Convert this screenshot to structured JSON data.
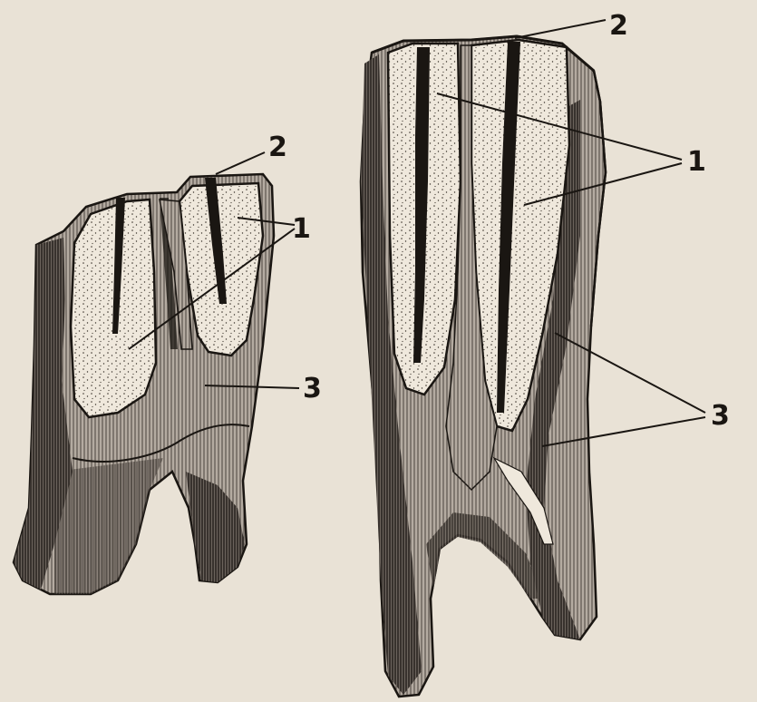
{
  "figure": {
    "left_tooth": {
      "labels": {
        "dentine": "1",
        "enamel": "2",
        "cement": "3"
      }
    },
    "right_tooth": {
      "labels": {
        "dentine": "1",
        "enamel": "2",
        "cement": "3"
      }
    }
  },
  "colors": {
    "paper": "#e9e2d6",
    "ink": "#1a1612",
    "dentine": "#efe8dc",
    "cement_shade": "#8a827a",
    "root_dark": "#3a3430"
  }
}
